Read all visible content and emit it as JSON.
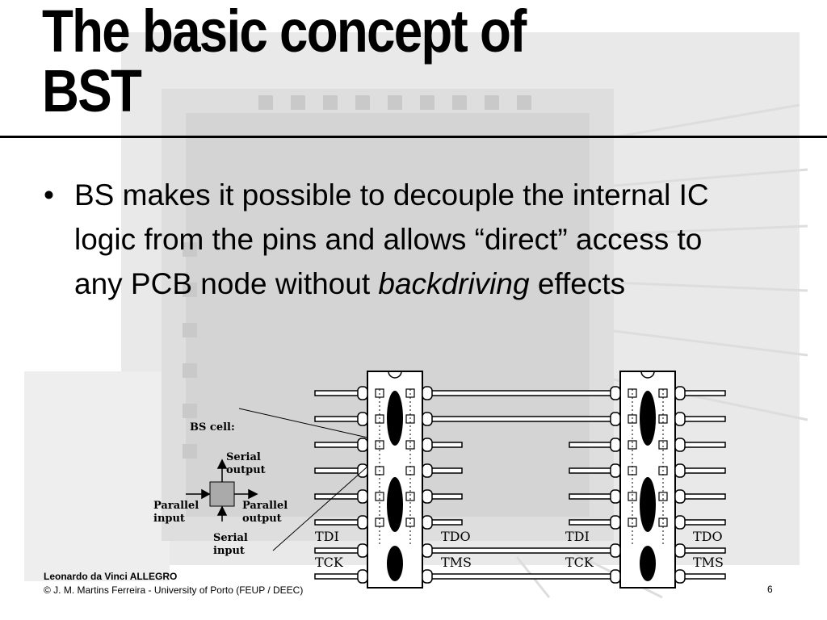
{
  "slide": {
    "title_line1": "The basic concept of",
    "title_line2": "BST",
    "bullet_before": "BS makes it possible to decouple the internal IC logic from the pins and allows “direct” access to any PCB node without ",
    "bullet_emphasis": "backdriving",
    "bullet_after": " effects"
  },
  "diagram": {
    "bs_cell_heading": "BS cell:",
    "serial_output": [
      "Serial",
      "output"
    ],
    "parallel_input": [
      "Parallel",
      "input"
    ],
    "parallel_output": [
      "Parallel",
      "output"
    ],
    "serial_input": [
      "Serial",
      "input"
    ],
    "left_chip": {
      "tdi": "TDI",
      "tdo": "TDO",
      "tck": "TCK",
      "tms": "TMS"
    },
    "right_chip": {
      "tdi": "TDI",
      "tdo": "TDO",
      "tck": "TCK",
      "tms": "TMS"
    }
  },
  "footer": {
    "author": "Leonardo da Vinci ALLEGRO",
    "copyright": "© J. M. Martins Ferreira - University of Porto (FEUP / DEEC)",
    "page": "6"
  }
}
